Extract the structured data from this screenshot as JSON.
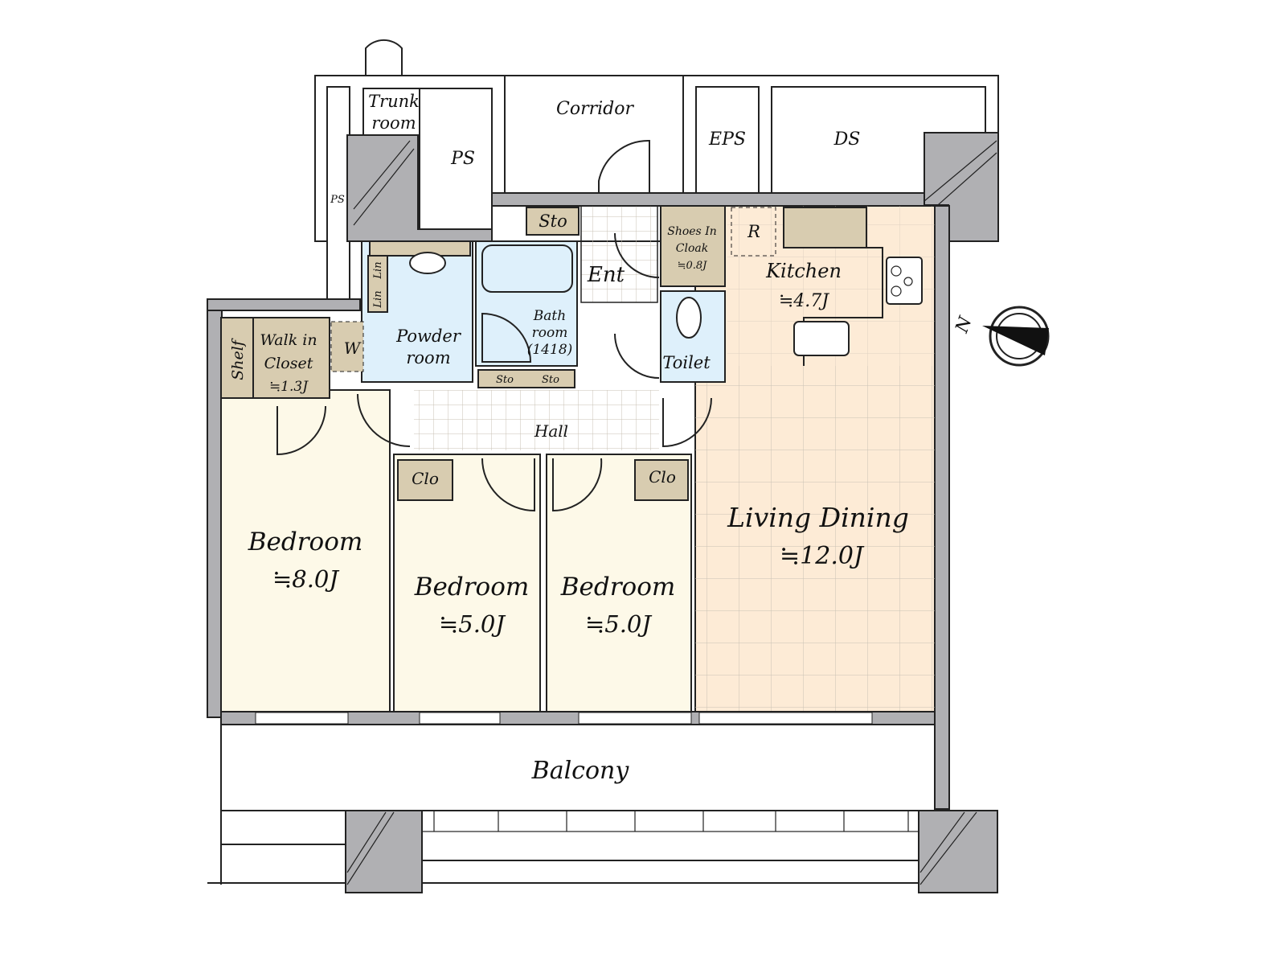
{
  "rooms": {
    "trunk_room": [
      "Trunk",
      "room"
    ],
    "ps_large": "PS",
    "ps_small": "PS",
    "corridor": "Corridor",
    "eps": "EPS",
    "ds": "DS",
    "sto_entry": "Sto",
    "shoes_in_cloak": [
      "Shoes In",
      "Cloak",
      "≒0.8J"
    ],
    "refrigerator": "R",
    "kitchen": {
      "name": "Kitchen",
      "size": "≒4.7J"
    },
    "entrance": "Ent",
    "lin_1": "Lin",
    "lin_2": "Lin",
    "powder_room": [
      "Powder",
      "room"
    ],
    "bath_room": [
      "Bath",
      "room",
      "(1418)"
    ],
    "toilet": "Toilet",
    "shelf": "Shelf",
    "walk_in_closet": [
      "Walk in",
      "Closet",
      "≒1.3J"
    ],
    "washer": "W",
    "sto_hall_1": "Sto",
    "sto_hall_2": "Sto",
    "hall": "Hall",
    "clo_1": "Clo",
    "clo_2": "Clo",
    "bedroom_main": {
      "name": "Bedroom",
      "size": "≒8.0J"
    },
    "bedroom_2": {
      "name": "Bedroom",
      "size": "≒5.0J"
    },
    "bedroom_3": {
      "name": "Bedroom",
      "size": "≒5.0J"
    },
    "living_dining": {
      "name": "Living Dining",
      "size": "≒12.0J"
    },
    "balcony": "Balcony"
  },
  "compass": {
    "label": "N"
  },
  "colors": {
    "wall": "#b0b0b3",
    "storage": "#d8ccb0",
    "wet_area": "#def0fb",
    "bedroom": "#fdf9e8",
    "living": "#fdebd6"
  }
}
